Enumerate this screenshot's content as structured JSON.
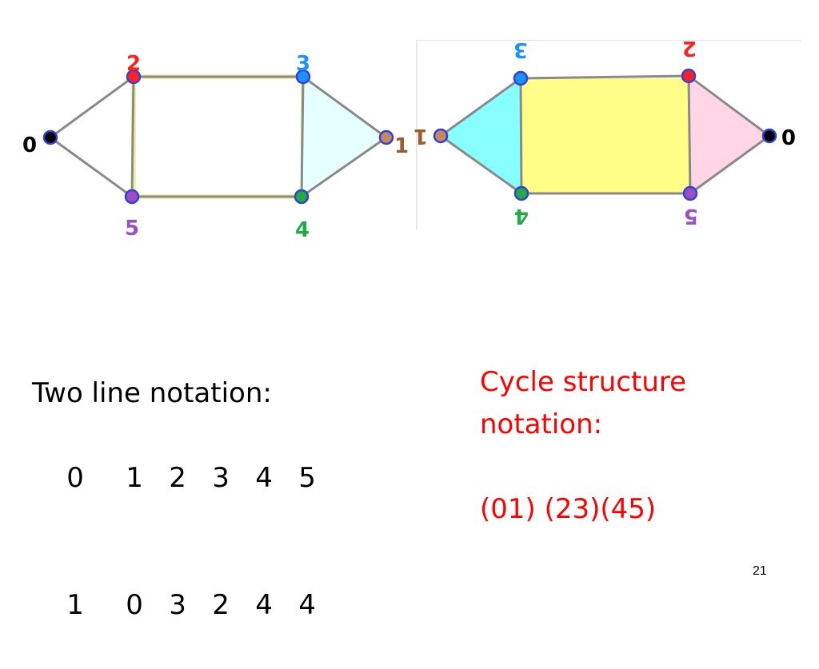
{
  "left_graph": {
    "vertices": [
      {
        "id": "0",
        "label": "0",
        "fill": "#000000",
        "label_color": "#000000"
      },
      {
        "id": "1",
        "label": "1",
        "fill": "#c48a5c",
        "label_color": "#a05a2c"
      },
      {
        "id": "2",
        "label": "2",
        "fill": "#ff2020",
        "label_color": "#ff2020"
      },
      {
        "id": "3",
        "label": "3",
        "fill": "#1e90ff",
        "label_color": "#1e90ff"
      },
      {
        "id": "4",
        "label": "4",
        "fill": "#22aa44",
        "label_color": "#22aa44"
      },
      {
        "id": "5",
        "label": "5",
        "fill": "#9b4fc0",
        "label_color": "#9b4fc0"
      }
    ],
    "edges": [
      [
        "0",
        "2"
      ],
      [
        "0",
        "5"
      ],
      [
        "2",
        "3"
      ],
      [
        "2",
        "5"
      ],
      [
        "3",
        "4"
      ],
      [
        "5",
        "4"
      ],
      [
        "3",
        "1"
      ],
      [
        "4",
        "1"
      ]
    ],
    "face_colors": {
      "rectangle": "#ffffff",
      "triangle": "#e6ffff",
      "rect_edge_highlight": "#f2f2a0"
    }
  },
  "right_graph": {
    "vertices": [
      {
        "id": "3",
        "label": "3",
        "fill": "#1e90ff",
        "label_color": "#1e90ff"
      },
      {
        "id": "2",
        "label": "2",
        "fill": "#ff2020",
        "label_color": "#ff2020"
      },
      {
        "id": "1",
        "label": "1",
        "fill": "#c48a5c",
        "label_color": "#a05a2c"
      },
      {
        "id": "0",
        "label": "0",
        "fill": "#000000",
        "label_color": "#000000"
      },
      {
        "id": "4",
        "label": "4",
        "fill": "#22aa44",
        "label_color": "#22aa44"
      },
      {
        "id": "5",
        "label": "5",
        "fill": "#9b4fc0",
        "label_color": "#9b4fc0"
      }
    ],
    "edges": [
      [
        "1",
        "3"
      ],
      [
        "1",
        "4"
      ],
      [
        "3",
        "2"
      ],
      [
        "3",
        "4"
      ],
      [
        "4",
        "5"
      ],
      [
        "2",
        "5"
      ],
      [
        "2",
        "0"
      ],
      [
        "5",
        "0"
      ]
    ],
    "labels_flipped": true,
    "face_colors": {
      "rectangle": "#ffff88",
      "left_triangle": "#88ffff",
      "right_triangle": "#ffd6e6"
    }
  },
  "two_line": {
    "heading": "Two line notation:",
    "top_row": [
      "0",
      "1",
      "2",
      "3",
      "4",
      "5"
    ],
    "bottom_row": [
      "1",
      "0",
      "3",
      "2",
      "4",
      "4"
    ]
  },
  "cycle": {
    "heading_line1": "Cycle structure",
    "heading_line2": "notation:",
    "value": "(01) (23)(45)",
    "color": "#ff0000"
  },
  "page_number": "21"
}
